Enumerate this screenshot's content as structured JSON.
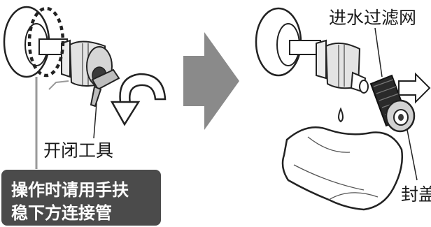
{
  "labels": {
    "tool": "开闭工具",
    "filter": "进水过滤网",
    "cap": "封盖"
  },
  "warning": {
    "line1": "操作时请用手扶",
    "line2": "稳下方连接管"
  },
  "colors": {
    "highlight": "#9a9a9a",
    "warning_bg": "#4b4b4b",
    "arrow": "#8a8a8a"
  }
}
